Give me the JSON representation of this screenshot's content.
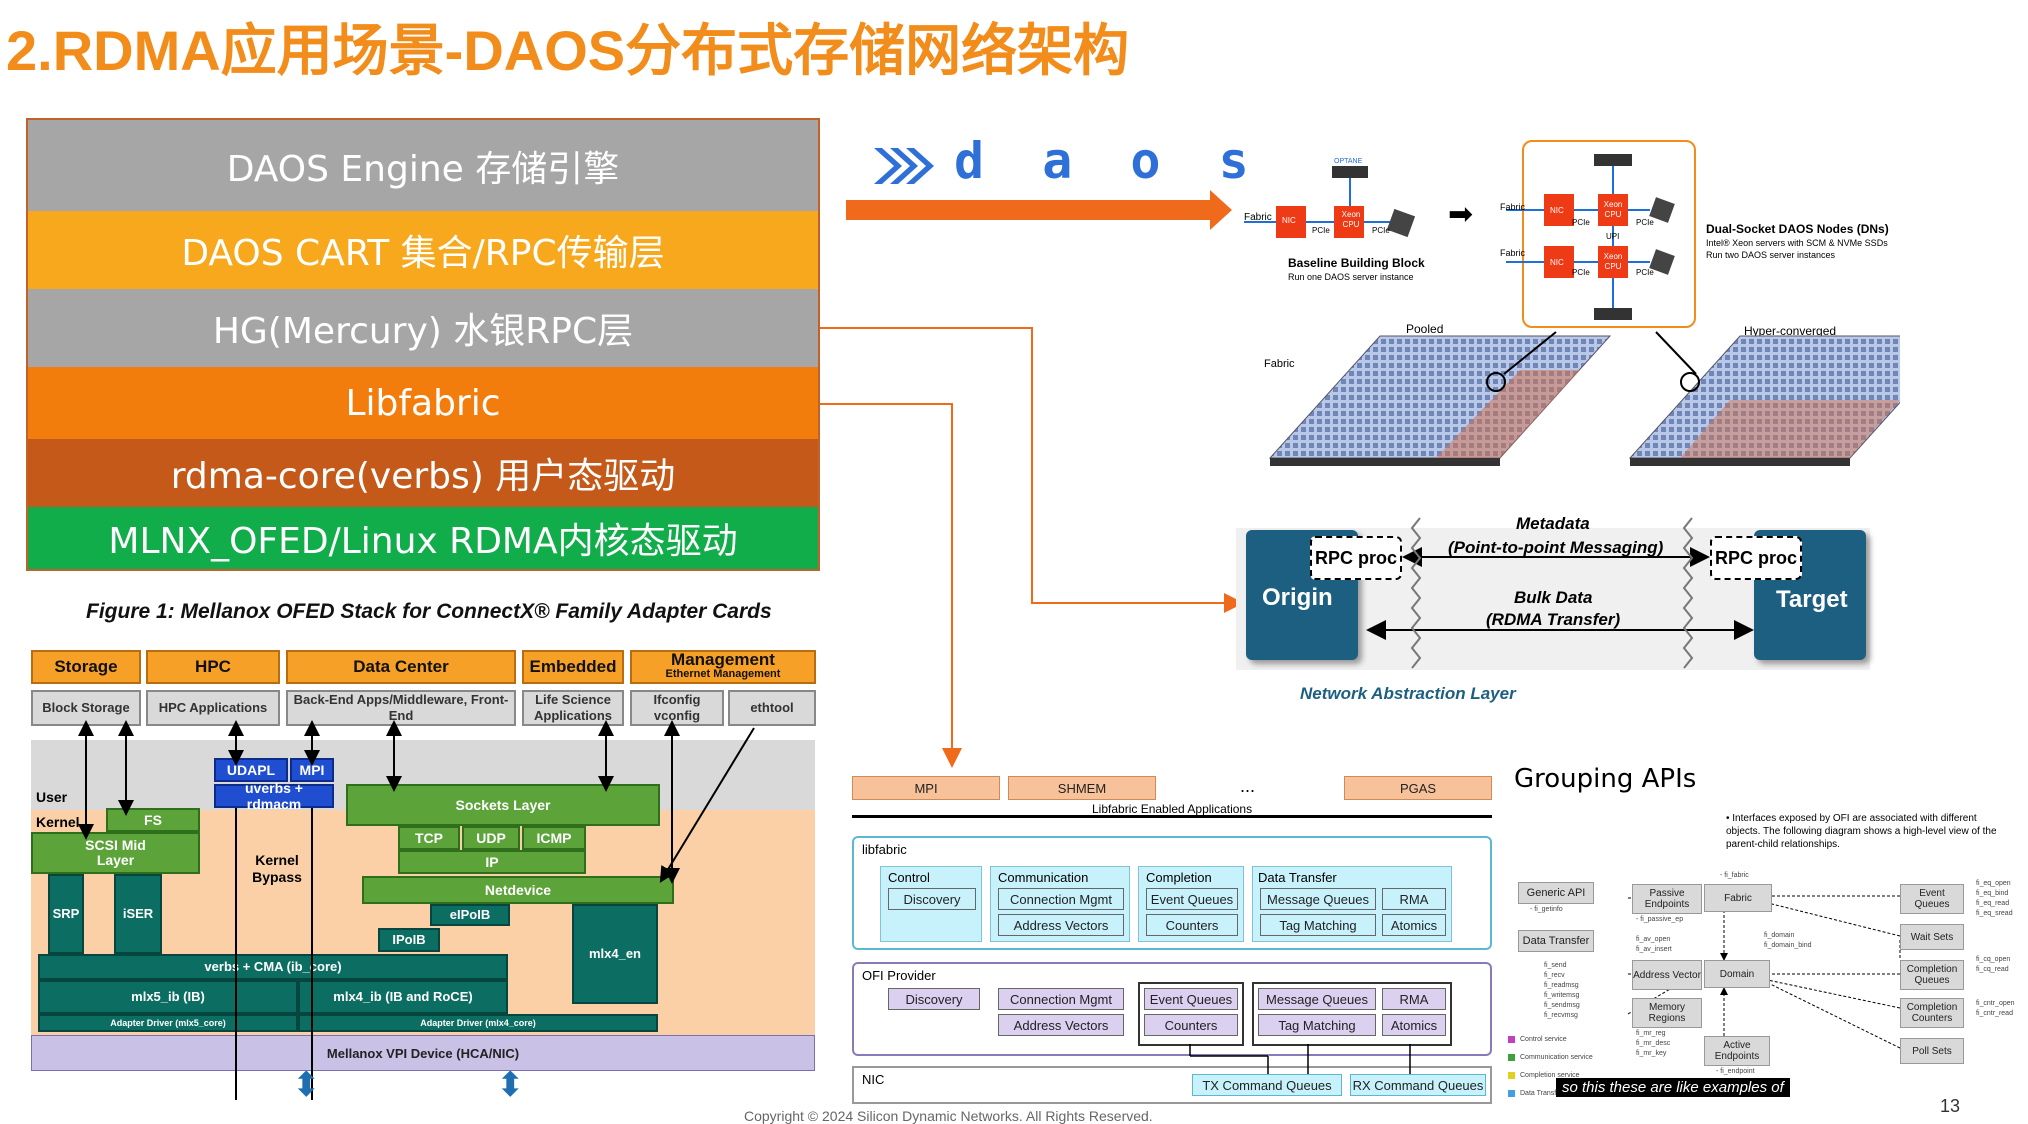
{
  "slide": {
    "title": "2.RDMA应用场景-DAOS分布式存储网络架构",
    "page_number": "13",
    "subtitle_overlay": "so this these are like examples of",
    "copyright": "Copyright © 2024 Silicon Dynamic Networks. All Rights Reserved."
  },
  "stack": {
    "layers": [
      {
        "label": "DAOS Engine 存储引擎",
        "color": "#a6a6a6"
      },
      {
        "label": "DAOS CART 集合/RPC传输层",
        "color": "#F7A81C"
      },
      {
        "label": "HG(Mercury) 水银RPC层",
        "color": "#a6a6a6"
      },
      {
        "label": "Libfabric",
        "color": "#F27D0C"
      },
      {
        "label": "rdma-core(verbs) 用户态驱动",
        "color": "#C4591A"
      },
      {
        "label": "MLNX_OFED/Linux RDMA内核态驱动",
        "color": "#12AD4B"
      }
    ]
  },
  "ofed": {
    "caption": "Figure 1: Mellanox OFED Stack for ConnectX® Family Adapter Cards",
    "categories": [
      "Storage",
      "HPC",
      "Data Center",
      "Embedded",
      "Management"
    ],
    "management_sub": "Ethernet Management",
    "apps": [
      "Block Storage",
      "HPC Applications",
      "Back-End Apps/Middleware, Front-End",
      "Life Science Applications",
      "Ifconfig vconfig",
      "ethtool"
    ],
    "user": "User",
    "kernel": "Kernel",
    "kernel_bypass": "Kernel Bypass",
    "fs": "FS",
    "scsi": "SCSI Mid Layer",
    "srp": "SRP",
    "iser": "iSER",
    "udapl": "UDAPL",
    "mpi": "MPI",
    "uverbs": "uverbs + rdmacm",
    "sockets": "Sockets Layer",
    "tcp": "TCP",
    "udp": "UDP",
    "icmp": "ICMP",
    "ip": "IP",
    "netdevice": "Netdevice",
    "eipoib": "eIPoIB",
    "ipoib": "IPoIB",
    "mlx4_en": "mlx4_en",
    "verbs_cma": "verbs + CMA (ib_core)",
    "mlx5_ib": "mlx5_ib (IB)",
    "mlx4_ib": "mlx4_ib (IB and RoCE)",
    "driver5": "Adapter Driver (mlx5_core)",
    "driver4": "Adapter Driver (mlx4_core)",
    "vpi": "Mellanox VPI Device (HCA/NIC)"
  },
  "daos_logo": "d a o s",
  "daos_nodes": {
    "fabric": "Fabric",
    "nic": "NIC",
    "pcie": "PCIe",
    "xeon": "Xeon CPU",
    "upi": "UPI",
    "optane": "OPTANE",
    "baseline_title": "Baseline Building Block",
    "baseline_sub": "Run one DAOS server instance",
    "dual_title": "Dual-Socket DAOS Nodes (DNs)",
    "dual_sub1": "Intel® Xeon servers with SCM & NVMe SSDs",
    "dual_sub2": "Run two DAOS server instances",
    "pooled": "Pooled",
    "hyper": "Hyper-converged"
  },
  "mercury": {
    "origin": "Origin",
    "target": "Target",
    "rpc_proc": "RPC proc",
    "metadata": "Metadata",
    "p2p": "(Point-to-point Messaging)",
    "bulk": "Bulk Data",
    "rdma_transfer": "(RDMA Transfer)",
    "nal": "Network Abstraction Layer"
  },
  "libfabric_diagram": {
    "apps": [
      "MPI",
      "SHMEM",
      "...",
      "PGAS"
    ],
    "enabled": "Libfabric Enabled Applications",
    "libfabric": "libfabric",
    "control": "Control",
    "communication": "Communication",
    "completion": "Completion",
    "data_transfer": "Data Transfer",
    "discovery": "Discovery",
    "conn_mgmt": "Connection Mgmt",
    "addr_vectors": "Address Vectors",
    "event_queues": "Event Queues",
    "counters": "Counters",
    "msg_queues": "Message Queues",
    "tag_matching": "Tag Matching",
    "rma": "RMA",
    "atomics": "Atomics",
    "ofi_provider": "OFI Provider",
    "nic": "NIC",
    "tx": "TX Command Queues",
    "rx": "RX Command Queues"
  },
  "grouping": {
    "title": "Grouping APIs",
    "bullet": "Interfaces exposed by OFI are associated with different objects. The following diagram shows a high-level view of the parent-child relationships.",
    "generic_api": "Generic API",
    "fi_getinfo": "- fi_getinfo",
    "data_transfer": "Data Transfer",
    "dt_calls": [
      "fi_send",
      "fi_recv",
      "fi_readmsg",
      "fi_writemsg",
      "fi_sendmsg",
      "fi_recvmsg"
    ],
    "passive": "Passive Endpoints",
    "fi_passive_ep": "- fi_passive_ep",
    "fabric": "Fabric",
    "fi_fabric": "- fi_fabric",
    "event_queues": "Event Queues",
    "eq_calls": [
      "fi_eq_open",
      "fi_eq_bind",
      "fi_eq_read",
      "fi_eq_sread"
    ],
    "wait_sets": "Wait Sets",
    "address_vector": "Address Vector",
    "av_calls": [
      "fi_av_open",
      "fi_av_insert"
    ],
    "domain": "Domain",
    "domain_calls": [
      "fi_domain",
      "fi_domain_bind"
    ],
    "completion_queues": "Completion Queues",
    "cq_calls": [
      "fi_cq_open",
      "fi_cq_read"
    ],
    "memory_regions": "Memory Regions",
    "mr_calls": [
      "fi_mr_reg",
      "fi_mr_desc",
      "fi_mr_key"
    ],
    "completion_counters": "Completion Counters",
    "cntr_calls": [
      "fi_cntr_open",
      "fi_cntr_read"
    ],
    "active_endpoints": "Active Endpoints",
    "fi_endpoint": "- fi_endpoint",
    "poll_sets": "Poll Sets",
    "legend": [
      "Control service",
      "Communication service",
      "Completion service",
      "Data Transfer"
    ]
  },
  "colors": {
    "accent_orange": "#F28C1A",
    "arrow_orange": "#EF6A1A",
    "mercury_blue": "#1d5f80"
  }
}
